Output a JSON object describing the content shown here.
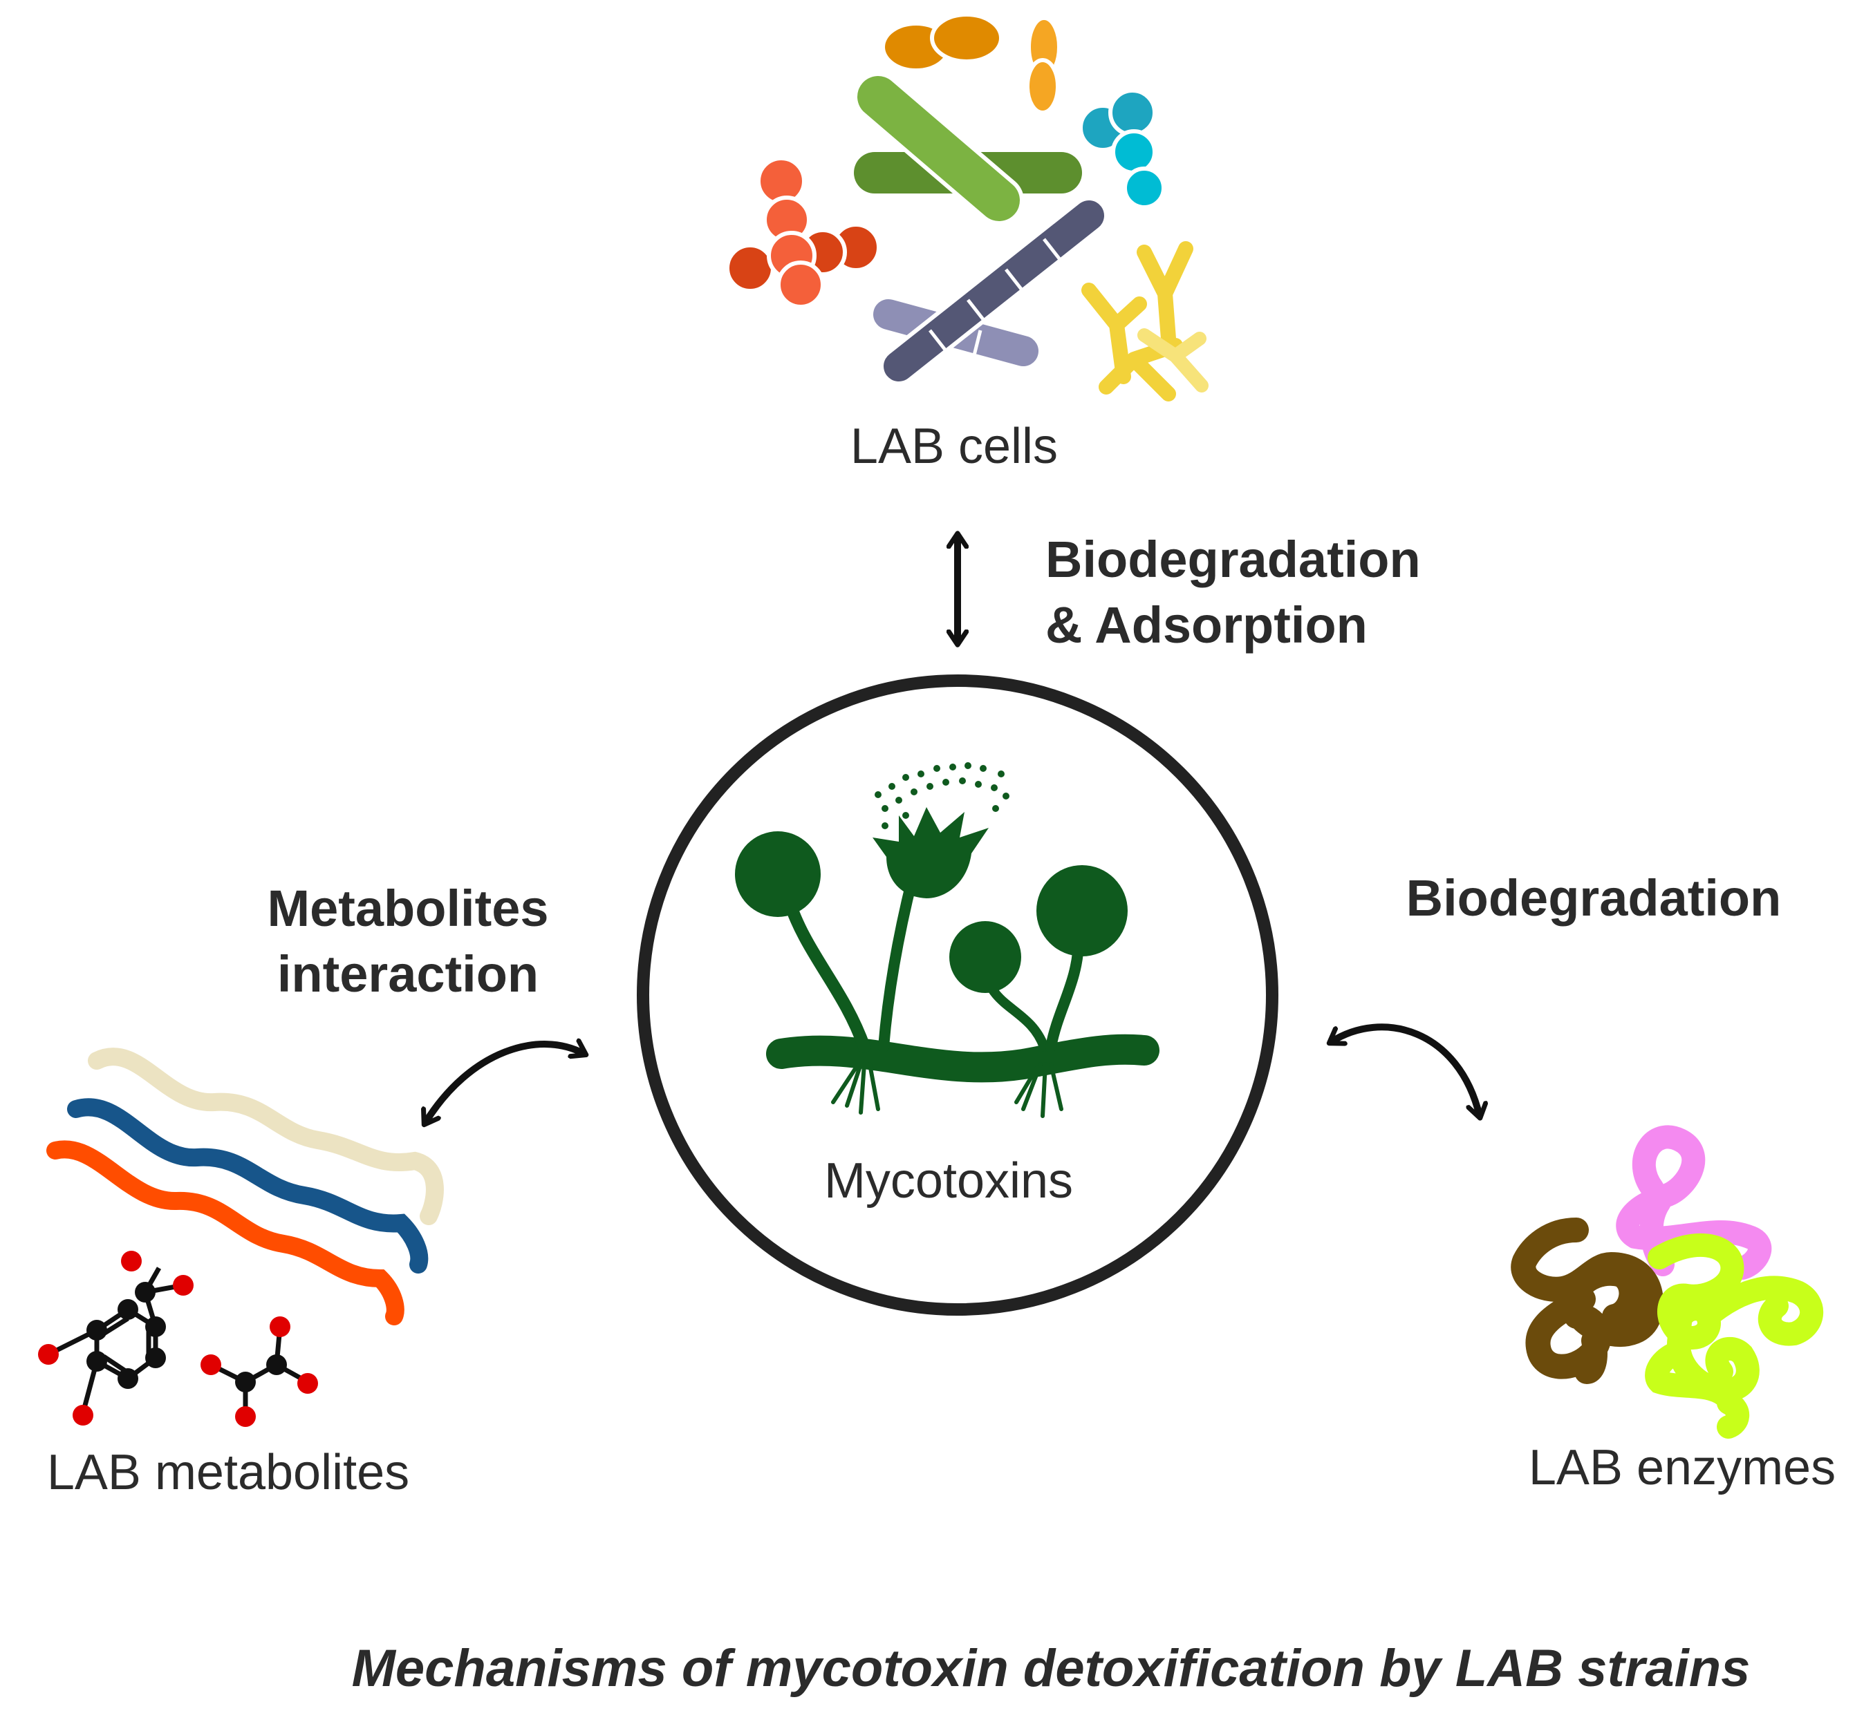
{
  "diagram": {
    "center": {
      "label": "Mycotoxins",
      "icon": "mold-icon"
    },
    "nodes": {
      "cells": {
        "label": "LAB cells",
        "icon": "bacteria-cells-icon"
      },
      "metabolites": {
        "label": "LAB metabolites",
        "icon": "metabolites-icon"
      },
      "enzymes": {
        "label": "LAB enzymes",
        "icon": "enzymes-icon"
      }
    },
    "links": {
      "cells": {
        "line1": "Biodegradation",
        "line2": "& Adsorption"
      },
      "metabolites": {
        "line1": "Metabolites",
        "line2": "interaction"
      },
      "enzymes": {
        "line1": "Biodegradation"
      }
    },
    "caption": "Mechanisms of mycotoxin detoxification by LAB strains"
  },
  "colors": {
    "mold": "#0f5a1e",
    "arrow": "#111111",
    "text": "#2b2b2b",
    "rod_light": "#7cb342",
    "rod_dark": "#5d8f2e",
    "orange": "#e08a00",
    "amber": "#f5a623",
    "teal": "#1ea5c0",
    "cyan": "#00bcd4",
    "red": "#d84315",
    "coral": "#f4603a",
    "navy": "#545775",
    "lavender": "#8e8fb5",
    "yellow": "#f2d23a",
    "wave_beige": "#ece3c2",
    "wave_blue": "#17558a",
    "wave_orange": "#ff4d00",
    "atom_black": "#111111",
    "atom_red": "#e00000",
    "enz_brown": "#6b4b0c",
    "enz_pink": "#f48af0",
    "enz_lime": "#c8ff1a"
  }
}
